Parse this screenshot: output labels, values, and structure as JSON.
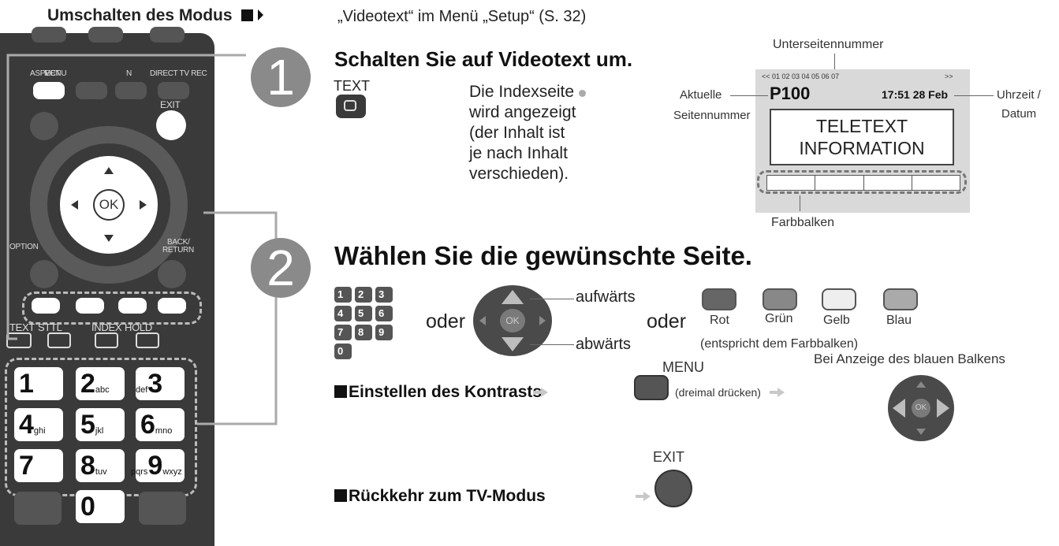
{
  "header": {
    "mode_label": "Umschalten des Modus",
    "mode_ref": "„Videotext“ im Menü „Setup“ (S. 32)"
  },
  "remote": {
    "top_labels": [
      "ASPECT",
      "MENU",
      "N",
      "DIRECT TV REC"
    ],
    "exit": "EXIT",
    "ok": "OK",
    "option": "OPTION",
    "back": "BACK/",
    "return": "RETURN",
    "func_labels": [
      "TEXT",
      "STTL",
      "INDEX",
      "HOLD"
    ],
    "numbers": [
      {
        "digit": "1",
        "letters": ""
      },
      {
        "digit": "2",
        "letters": "abc"
      },
      {
        "digit": "3",
        "letters": "def"
      },
      {
        "digit": "4",
        "letters": "ghi"
      },
      {
        "digit": "5",
        "letters": "jkl"
      },
      {
        "digit": "6",
        "letters": "mno"
      },
      {
        "digit": "7",
        "letters": ""
      },
      {
        "digit": "8",
        "letters": "tuv"
      },
      {
        "digit": "9",
        "letters": "wxyz"
      },
      {
        "digit": "0",
        "letters": ""
      }
    ],
    "pqrs": "pqrs"
  },
  "step1": {
    "number": "1",
    "title": "Schalten Sie auf Videotext um.",
    "button_label": "TEXT",
    "description": [
      "Die Indexseite",
      "wird angezeigt",
      "(der Inhalt ist",
      "je nach Inhalt",
      "verschieden)."
    ]
  },
  "teletext": {
    "subpage_label": "Unterseitennummer",
    "subpages": "<< 01 02 03 04 05 06 07",
    "more": ">>",
    "page": "P100",
    "time": "17:51 28 Feb",
    "info_line1": "TELETEXT",
    "info_line2": "INFORMATION",
    "current_page_label_1": "Aktuelle",
    "current_page_label_2": "Seitennummer",
    "time_label_1": "Uhrzeit /",
    "time_label_2": "Datum",
    "color_bar_label": "Farbbalken"
  },
  "step2": {
    "number": "2",
    "title": "Wählen Sie die gewünschte Seite.",
    "keypad": [
      "1",
      "2",
      "3",
      "4",
      "5",
      "6",
      "7",
      "8",
      "9",
      "0"
    ],
    "or1": "oder",
    "up": "aufwärts",
    "down": "abwärts",
    "ok": "OK",
    "or2": "oder",
    "colors": [
      "Rot",
      "Grün",
      "Gelb",
      "Blau"
    ],
    "colors_note": "(entspricht dem Farbbalken)"
  },
  "contrast": {
    "label": "Einstellen des Kontrasts",
    "menu": "MENU",
    "press": "(dreimal drücken)",
    "blue_bar_note": "Bei Anzeige des blauen Balkens"
  },
  "tv_return": {
    "label": "Rückkehr zum TV-Modus",
    "exit": "EXIT"
  },
  "colors": {
    "step_circle": "#8a8a8a",
    "remote_body": "#3a3a3a",
    "teletext_bg": "#d9d9d9",
    "accent_arrow": "#bdbdbd"
  }
}
